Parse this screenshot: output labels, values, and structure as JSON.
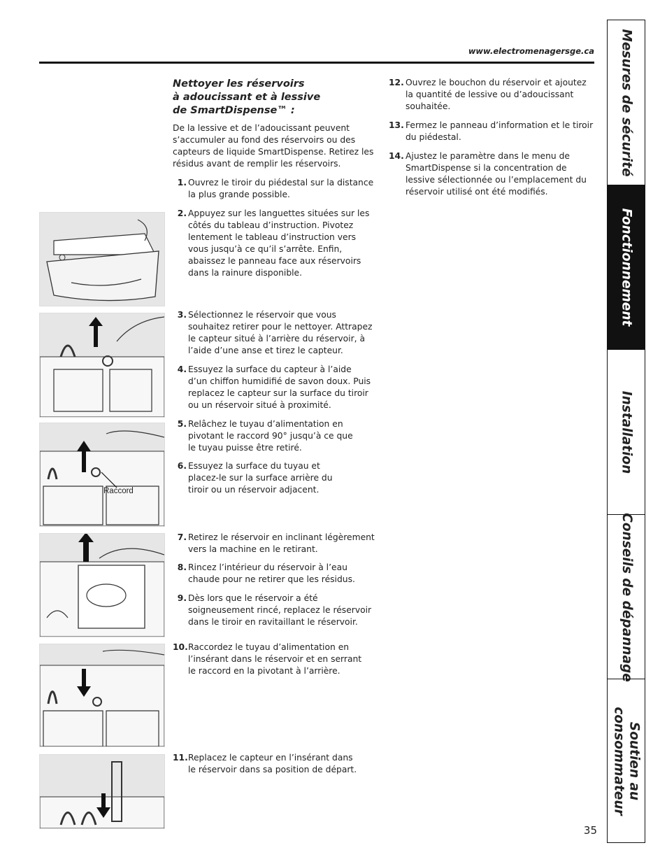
{
  "header": {
    "url": "www.electromenagersge.ca"
  },
  "section": {
    "title_lines": [
      "Nettoyer les réservoirs",
      "à adoucissant et à lessive",
      "de SmartDispense™ :"
    ],
    "intro": "De la lessive et de l’adoucissant peuvent s’accumuler au fond des réservoirs ou des capteurs de liquide SmartDispense. Retirez les résidus avant de remplir les réservoirs."
  },
  "steps": [
    {
      "num": "1.",
      "text": "Ouvrez le tiroir du piédestal sur la distance la plus grande possible."
    },
    {
      "num": "2.",
      "text": "Appuyez sur les languettes situées sur les côtés du tableau d’instruction. Pivotez lentement le tableau d’instruction vers vous jusqu’à ce qu’il s’arrête. Enfin, abaissez le panneau face aux réservoirs dans la rainure disponible."
    },
    {
      "num": "3.",
      "text": "Sélectionnez le réservoir que vous souhaitez retirer pour le nettoyer. Attrapez le capteur situé à l’arrière du réservoir, à l’aide d’une anse et tirez le capteur."
    },
    {
      "num": "4.",
      "text": "Essuyez la surface du capteur à l’aide d’un chiffon humidifié de savon doux. Puis replacez le capteur sur la surface du tiroir ou un réservoir situé à proximité."
    },
    {
      "num": "5.",
      "text": "Relâchez le tuyau d’alimentation en pivotant le raccord 90° jusqu’à ce que le tuyau puisse être retiré."
    },
    {
      "num": "6.",
      "text": "Essuyez la surface du tuyau et placez-le sur la surface arrière du tiroir ou un réservoir adjacent."
    },
    {
      "num": "7.",
      "text": "Retirez le réservoir en inclinant légèrement vers la machine en le retirant."
    },
    {
      "num": "8.",
      "text": "Rincez l’intérieur du réservoir à l’eau chaude pour ne retirer que les résidus."
    },
    {
      "num": "9.",
      "text": "Dès lors que le réservoir a été soigneusement rincé, replacez le réservoir dans le tiroir en ravitaillant le réservoir."
    },
    {
      "num": "10.",
      "text": "Raccordez le tuyau d’alimentation en l’insérant dans le réservoir et en serrant le raccord en la pivotant à l’arrière."
    },
    {
      "num": "11.",
      "text": "Replacez le capteur en l’insérant dans le réservoir dans sa position de départ."
    },
    {
      "num": "12.",
      "text": "Ouvrez le bouchon du réservoir et ajoutez la quantité de lessive ou d’adoucissant souhaitée."
    },
    {
      "num": "13.",
      "text": "Fermez le panneau d’information et le tiroir du piédestal."
    },
    {
      "num": "14.",
      "text": "Ajustez le paramètre dans le menu de SmartDispense si la concentration de lessive sélectionnée ou l’emplacement du réservoir utilisé ont été modifiés."
    }
  ],
  "figure_label": "Raccord",
  "tabs": [
    {
      "label": "Mesures de sécurité",
      "active": false
    },
    {
      "label": "Fonctionnement",
      "active": true
    },
    {
      "label": "Installation",
      "active": false
    },
    {
      "label": "Conseils de dépannage",
      "active": false
    },
    {
      "label": "Soutien au consommateur",
      "active": false
    }
  ],
  "page_number": "35"
}
